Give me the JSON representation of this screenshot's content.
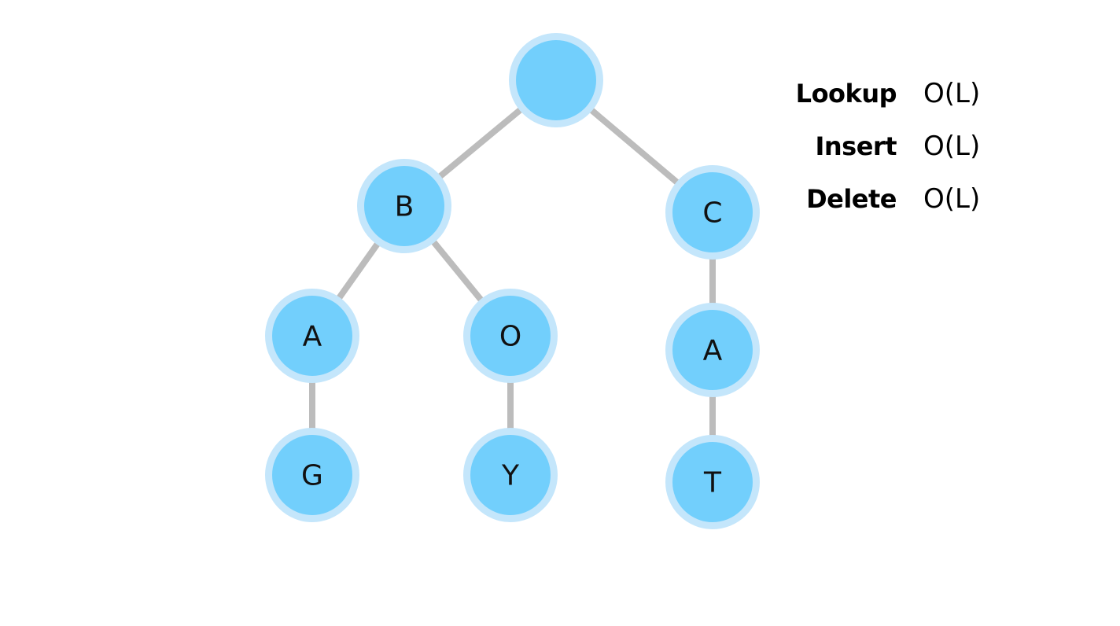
{
  "colors": {
    "node_fill": "#72cffc",
    "node_ring": "#c4e6fb",
    "edge": "#bcbcbc",
    "text": "#111111"
  },
  "trie": {
    "nodes": [
      {
        "id": "root",
        "label": ""
      },
      {
        "id": "b",
        "label": "B"
      },
      {
        "id": "c",
        "label": "C"
      },
      {
        "id": "ba",
        "label": "A"
      },
      {
        "id": "bo",
        "label": "O"
      },
      {
        "id": "ca",
        "label": "A"
      },
      {
        "id": "bag",
        "label": "G"
      },
      {
        "id": "boy",
        "label": "Y"
      },
      {
        "id": "cat",
        "label": "T"
      }
    ],
    "edges": [
      [
        "root",
        "b"
      ],
      [
        "root",
        "c"
      ],
      [
        "b",
        "ba"
      ],
      [
        "b",
        "bo"
      ],
      [
        "c",
        "ca"
      ],
      [
        "ba",
        "bag"
      ],
      [
        "bo",
        "boy"
      ],
      [
        "ca",
        "cat"
      ]
    ]
  },
  "operations": [
    {
      "name": "Lookup",
      "complexity": "O(L)"
    },
    {
      "name": "Insert",
      "complexity": "O(L)"
    },
    {
      "name": "Delete",
      "complexity": "O(L)"
    }
  ]
}
